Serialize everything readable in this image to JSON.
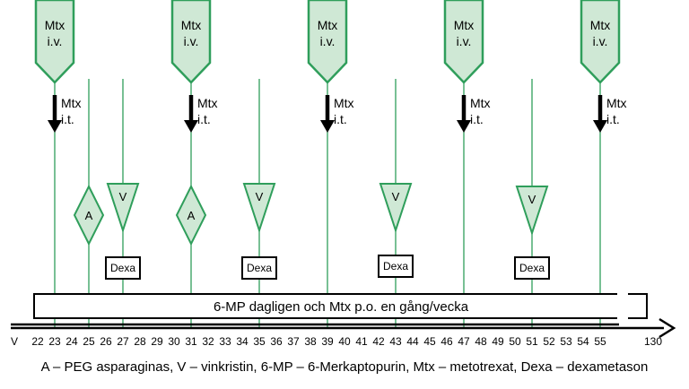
{
  "colors": {
    "green_stroke": "#2f9e5b",
    "green_fill": "#cfe8d5",
    "black": "#000000"
  },
  "labels": {
    "iv_line1": "Mtx",
    "iv_line2": "i.v.",
    "it_line1": "Mtx",
    "it_line2": "i.t.",
    "peg": "A",
    "vincristine": "V",
    "dexa": "Dexa",
    "bar_text": "6-MP dagligen och Mtx p.o. en gång/vecka"
  },
  "axis": {
    "start_label": "V",
    "ticks": [
      "22",
      "23",
      "24",
      "25",
      "26",
      "27",
      "28",
      "29",
      "30",
      "31",
      "32",
      "33",
      "34",
      "35",
      "36",
      "37",
      "38",
      "39",
      "40",
      "41",
      "42",
      "43",
      "44",
      "45",
      "46",
      "47",
      "48",
      "49",
      "50",
      "51",
      "52",
      "53",
      "54",
      "55"
    ],
    "end_label": "130"
  },
  "events": {
    "mtx_iv_weeks": [
      "23",
      "31",
      "39",
      "47",
      "55"
    ],
    "mtx_it_weeks": [
      "23",
      "31",
      "39",
      "47",
      "55"
    ],
    "peg_weeks": [
      "25",
      "31"
    ],
    "vincristine_weeks": [
      "27",
      "35",
      "43",
      "51"
    ],
    "dexa_weeks": [
      "27",
      "35",
      "43",
      "51"
    ]
  },
  "legend": "A – PEG asparaginas, V – vinkristin, 6-MP – 6-Merkaptopurin, Mtx – metotrexat, Dexa – dexametason"
}
